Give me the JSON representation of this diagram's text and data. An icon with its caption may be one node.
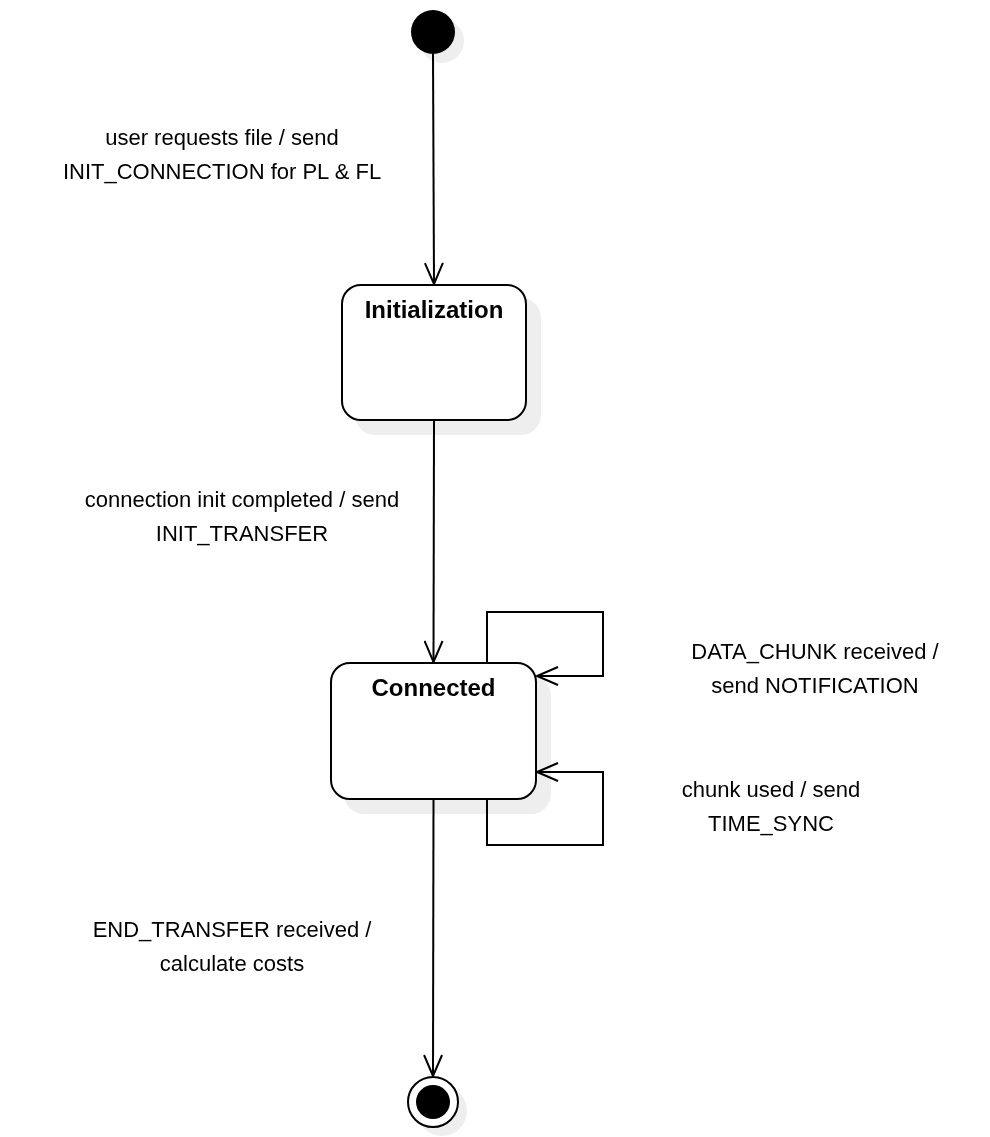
{
  "diagram": {
    "nodes": [
      {
        "text": [],
        "shape": "circle"
      },
      {
        "text": [
          "Initialization"
        ]
      },
      {
        "text": [
          "Connected"
        ]
      },
      {
        "text": [],
        "shape": "circle"
      }
    ],
    "edges": [
      {
        "from": 0,
        "to": 1,
        "arrow": "to",
        "label": "user requests file / send INIT_CONNECTION for PL & FL"
      },
      {
        "from": 1,
        "to": 2,
        "arrow": "to",
        "label": "connection init completed / send INIT_TRANSFER"
      },
      {
        "from": 2,
        "to": 2,
        "arrow": "to",
        "label": "DATA_CHUNK received / send NOTIFICATION"
      },
      {
        "from": 2,
        "to": 2,
        "arrow": "to",
        "label": "chunk used / send TIME_SYNC"
      },
      {
        "from": 2,
        "to": 3,
        "arrow": "to",
        "label": "END_TRANSFER received / calculate costs"
      }
    ]
  }
}
